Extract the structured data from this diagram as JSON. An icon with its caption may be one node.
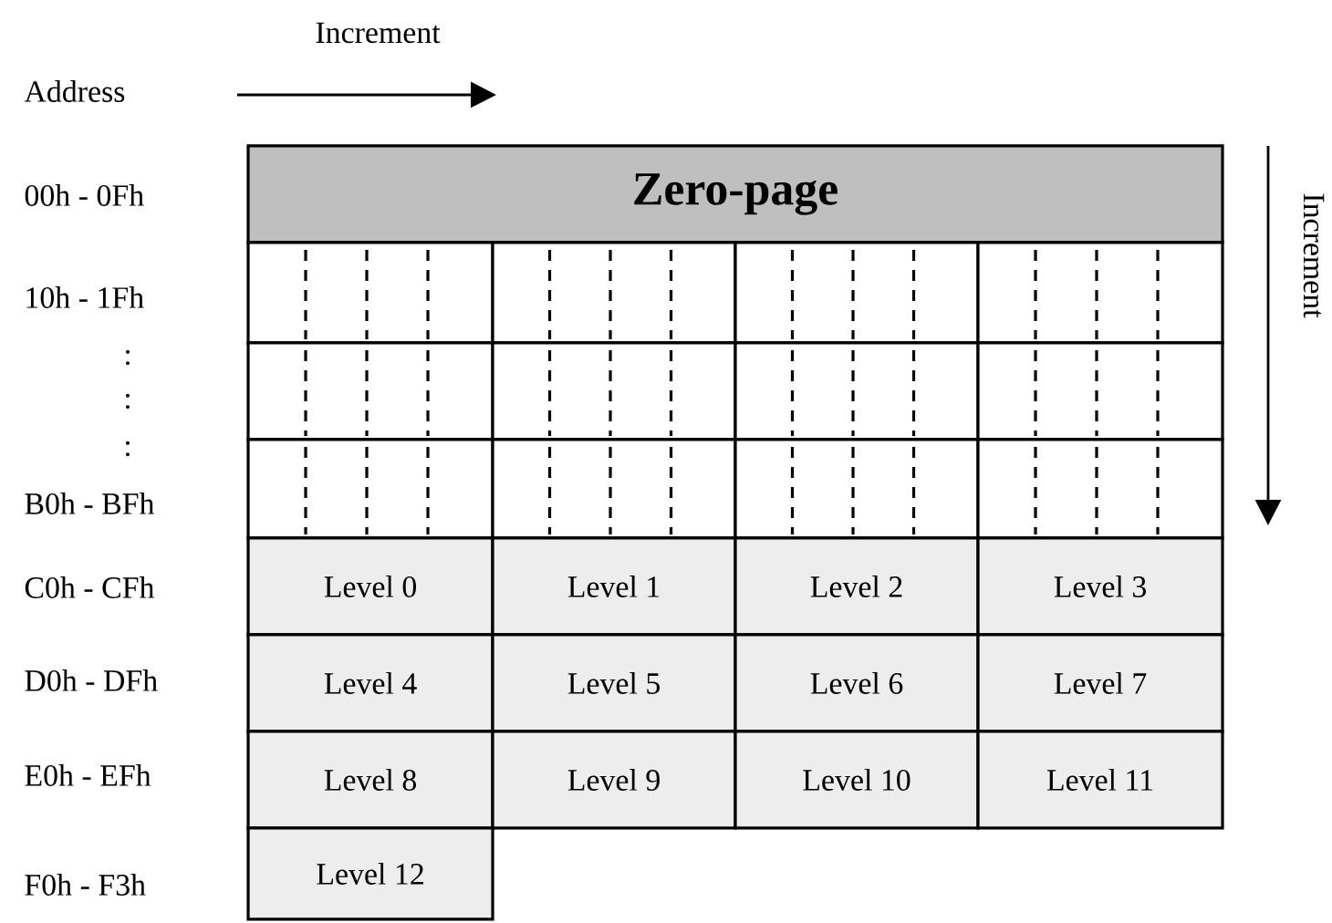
{
  "diagram": {
    "nodes": [
      {
        "text": [
          "Zero-page"
        ]
      },
      {
        "text": [],
        "shape": "box"
      },
      {
        "text": [],
        "shape": "box"
      },
      {
        "text": [],
        "shape": "box"
      },
      {
        "text": [],
        "shape": "box"
      },
      {
        "text": [],
        "shape": "box"
      },
      {
        "text": [],
        "shape": "box"
      },
      {
        "text": [],
        "shape": "box"
      },
      {
        "text": [],
        "shape": "box"
      },
      {
        "text": [],
        "shape": "box"
      },
      {
        "text": [],
        "shape": "box"
      },
      {
        "text": [],
        "shape": "box"
      },
      {
        "text": [],
        "shape": "box"
      },
      {
        "text": [
          "Level 0"
        ]
      },
      {
        "text": [
          "Level 1"
        ]
      },
      {
        "text": [
          "Level 2"
        ]
      },
      {
        "text": [
          "Level 3"
        ]
      },
      {
        "text": [
          "Level 4"
        ]
      },
      {
        "text": [
          "Level 5"
        ]
      },
      {
        "text": [
          "Level 6"
        ]
      },
      {
        "text": [
          "Level 7"
        ]
      },
      {
        "text": [
          "Level 8"
        ]
      },
      {
        "text": [
          "Level 9"
        ]
      },
      {
        "text": [
          "Level 10"
        ]
      },
      {
        "text": [
          "Level 11"
        ]
      },
      {
        "text": [
          "Level 12"
        ]
      }
    ],
    "labels": [
      "Increment",
      "Address",
      "00h - 0Fh",
      "Increment",
      "10h - 1Fh",
      ":",
      ":",
      ":",
      "B0h - BFh",
      "C0h - CFh",
      "D0h - DFh",
      "E0h - EFh",
      "F0h - F3h"
    ]
  }
}
